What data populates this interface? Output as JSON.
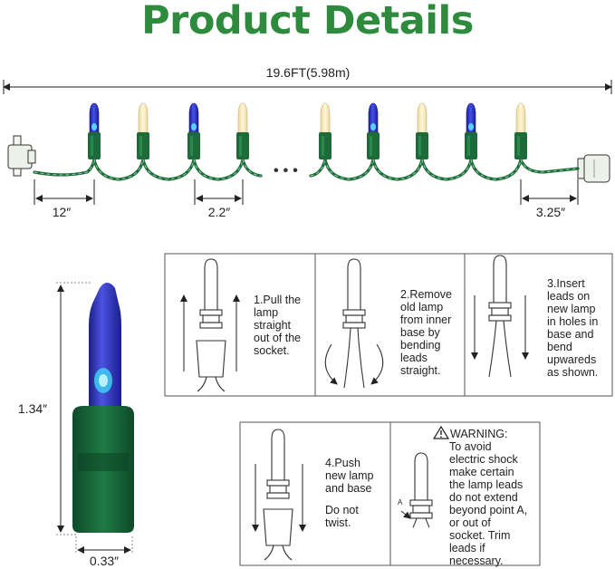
{
  "title": "Product Details",
  "dimensions": {
    "total_length": "19.6FT(5.98m)",
    "lead_length": "12″",
    "bulb_spacing": "2.2″",
    "end_length": "3.25″",
    "bulb_height": "1.34″",
    "bulb_width": "0.33″"
  },
  "string_bulbs": [
    "blue",
    "warm-white",
    "blue",
    "warm-white",
    "warm-white",
    "blue",
    "warm-white",
    "blue",
    "warm-white"
  ],
  "ellipsis": "•••",
  "colors": {
    "title_green": "#2e8b3e",
    "wire_green": "#1e6b3a",
    "bulb_blue": "#2a36c8",
    "bulb_warm": "#f6e9b8"
  },
  "steps": {
    "step1": "1.Pull the\nlamp\nstraight\nout of the\nsocket.",
    "step2": "2.Remove\nold lamp\nfrom inner\nbase by\nbending\nleads\nstraight.",
    "step3": "3.Insert\nleads on\nnew lamp\nin holes in\nbase and\nbend\nupwareds\nas shown.",
    "step4": "4.Push\nnew lamp\nand base",
    "step4_note": "Do not\ntwist."
  },
  "warning": {
    "title": "WARNING:",
    "text": "To avoid\nelectric shock\nmake certain\nthe lamp leads\ndo not extend\nbeyond point A,\nor out of\nsocket. Trim\nleads if\nnecessary.",
    "point_label": "A"
  }
}
